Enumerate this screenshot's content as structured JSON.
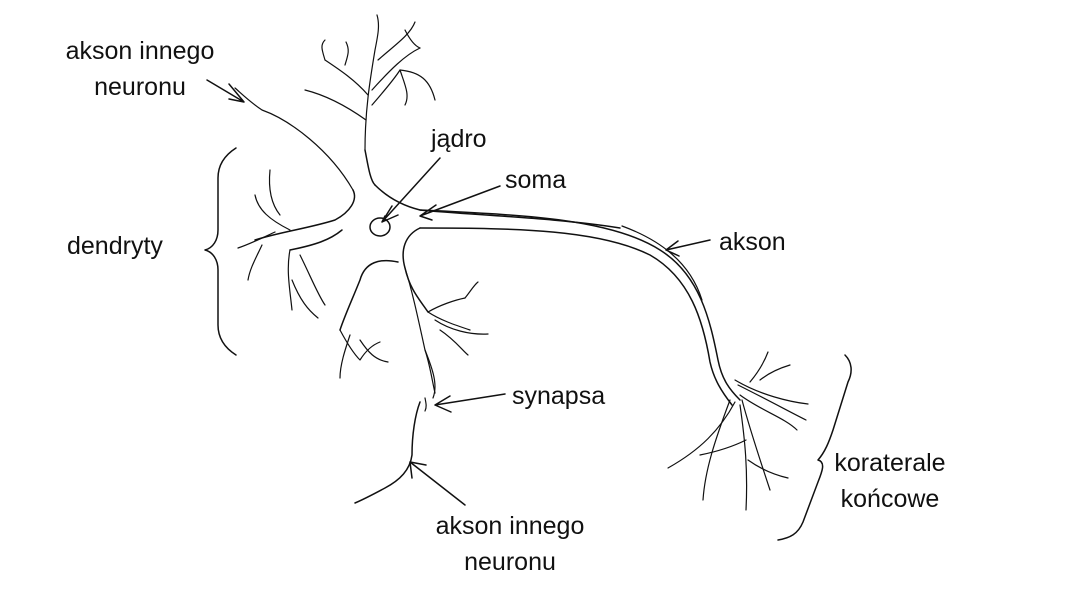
{
  "labels": {
    "other_axon_top": [
      "akson innego",
      "neuronu"
    ],
    "nucleus": "jądro",
    "soma": "soma",
    "dendrites": "dendryty",
    "axon": "akson",
    "synapse": "synapsa",
    "collaterals": [
      "koraterale",
      "końcowe"
    ],
    "other_axon_bottom": [
      "akson innego",
      "neuronu"
    ]
  }
}
